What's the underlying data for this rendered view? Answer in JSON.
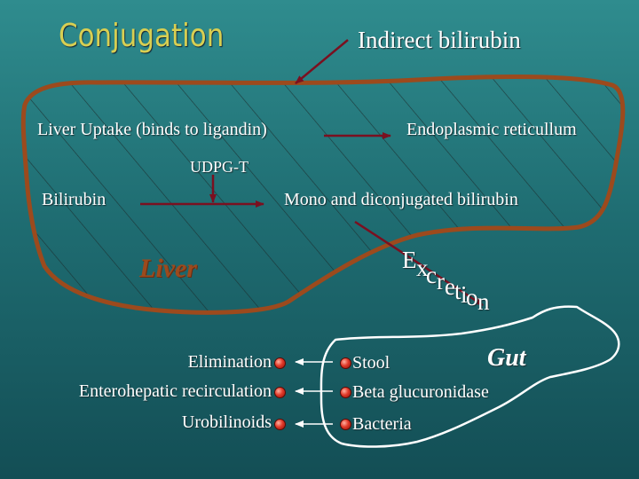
{
  "title": "Conjugation",
  "labels": {
    "indirect_bilirubin": "Indirect bilirubin",
    "liver_uptake": "Liver Uptake (binds to ligandin)",
    "endoplasmic_reticulum": "Endoplasmic reticullum",
    "udpg_t": "UDPG-T",
    "bilirubin": "Bilirubin",
    "conjugated": "Mono and diconjugated bilirubin",
    "liver": "Liver",
    "gut": "Gut",
    "excretion_letters": [
      "E",
      "x",
      "c",
      "r",
      "e",
      "t",
      "i",
      "o",
      "n"
    ]
  },
  "liver_outcomes": [
    "Elimination",
    "Enterohepatic recirculation",
    "Urobilinoids"
  ],
  "gut_contents": [
    "Stool",
    "Beta glucuronidase",
    "Bacteria"
  ],
  "colors": {
    "title": "#d8cf52",
    "liver_outline": "#9c4a1d",
    "arrow": "#7a1020",
    "text": "#ffffff",
    "bullet": "#e23a2a"
  }
}
